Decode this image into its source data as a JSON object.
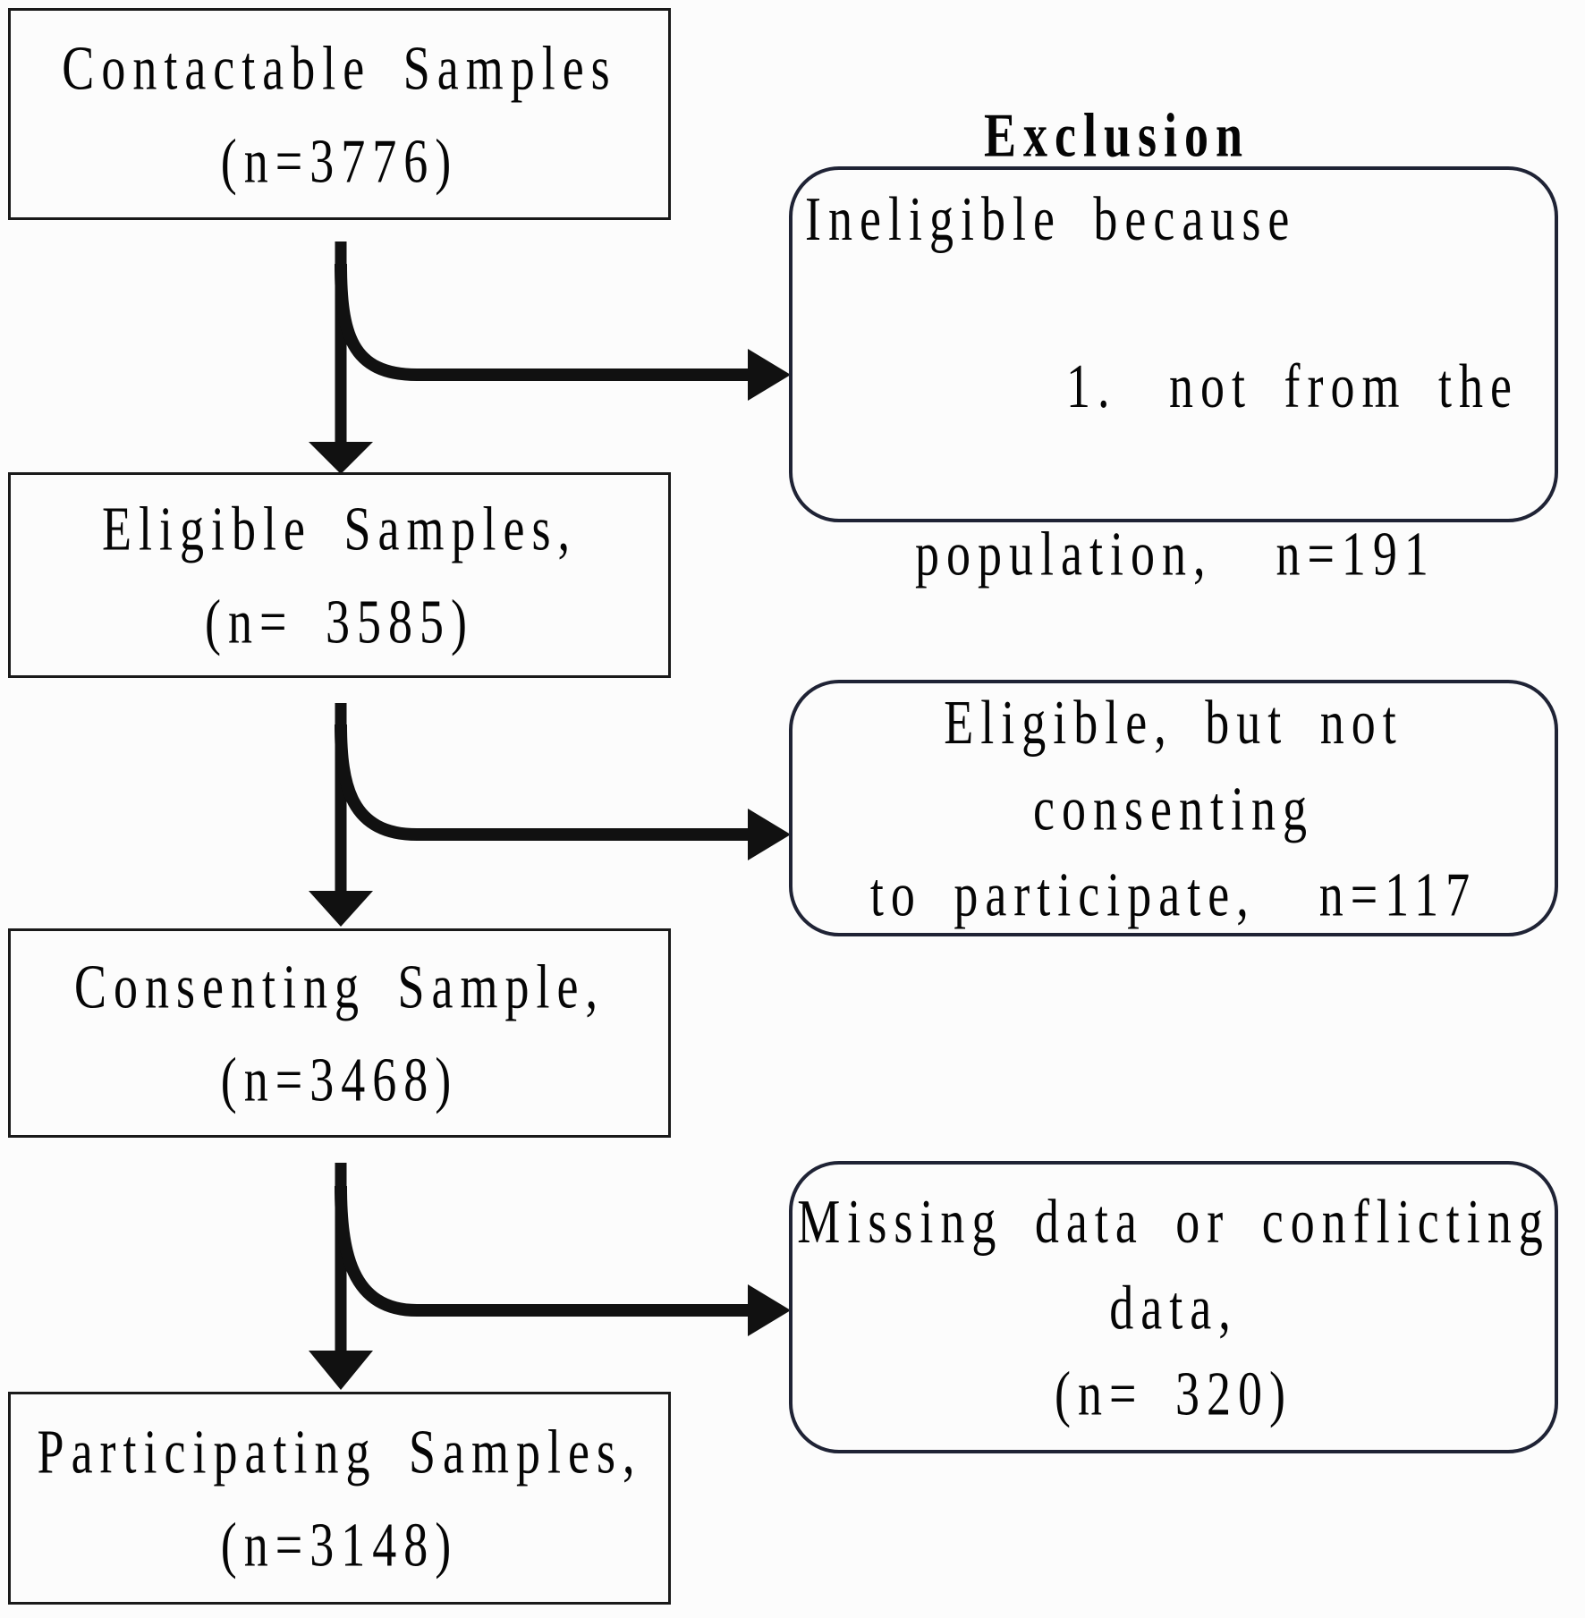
{
  "flowchart": {
    "main_boxes": [
      {
        "name": "contactable-samples",
        "lines": [
          "Contactable Samples",
          "(n=3776)"
        ]
      },
      {
        "name": "eligible-samples",
        "lines": [
          "Eligible Samples,",
          "(n= 3585)"
        ]
      },
      {
        "name": "consenting-sample",
        "lines": [
          "Consenting Sample,",
          "(n=3468)"
        ]
      },
      {
        "name": "participating-samples",
        "lines": [
          "Participating Samples,",
          "(n=3148)"
        ]
      }
    ],
    "side_boxes": [
      {
        "title": "Exclusion",
        "line1": "Ineligible because",
        "item_number": "1.",
        "item_line1": "not from the",
        "item_line2": "population,  n=191"
      },
      {
        "lines": [
          "Eligible, but not consenting",
          "to participate,  n=117"
        ]
      },
      {
        "lines": [
          "Missing data or conflicting",
          "data,",
          "(n= 320)"
        ]
      }
    ],
    "colors": {
      "main_box_border": "#1a1a1a",
      "side_box_border": "#1f2335",
      "arrow": "#111111",
      "text": "#050505",
      "background": "#fcfcfc"
    }
  }
}
